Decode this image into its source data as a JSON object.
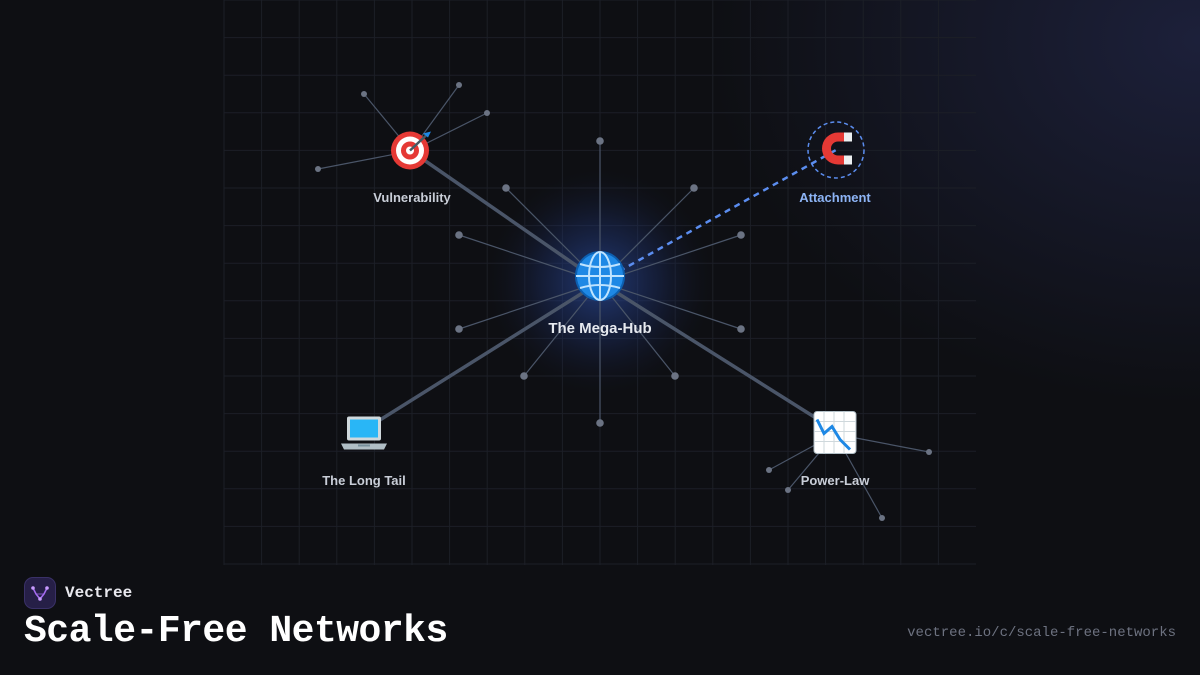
{
  "brand": {
    "name": "Vectree"
  },
  "title": "Scale-Free Networks",
  "url": "vectree.io/c/scale-free-networks",
  "colors": {
    "background": "#0e0f13",
    "edge": "#4a5568",
    "node_dot": "#6b7383",
    "accent_edge": "#5b8def",
    "accent_label": "#8db4f5",
    "hub_glow": "#2a4a9a",
    "brand_purple": "#a46bf0"
  },
  "nodes": {
    "hub": {
      "label": "The Mega-Hub",
      "icon": "globe-icon"
    },
    "vulnerability": {
      "label": "Vulnerability",
      "icon": "target-icon"
    },
    "attachment": {
      "label": "Attachment",
      "icon": "magnet-icon"
    },
    "long_tail": {
      "label": "The Long Tail",
      "icon": "laptop-icon"
    },
    "power_law": {
      "label": "Power-Law",
      "icon": "chart-decreasing-icon"
    }
  }
}
